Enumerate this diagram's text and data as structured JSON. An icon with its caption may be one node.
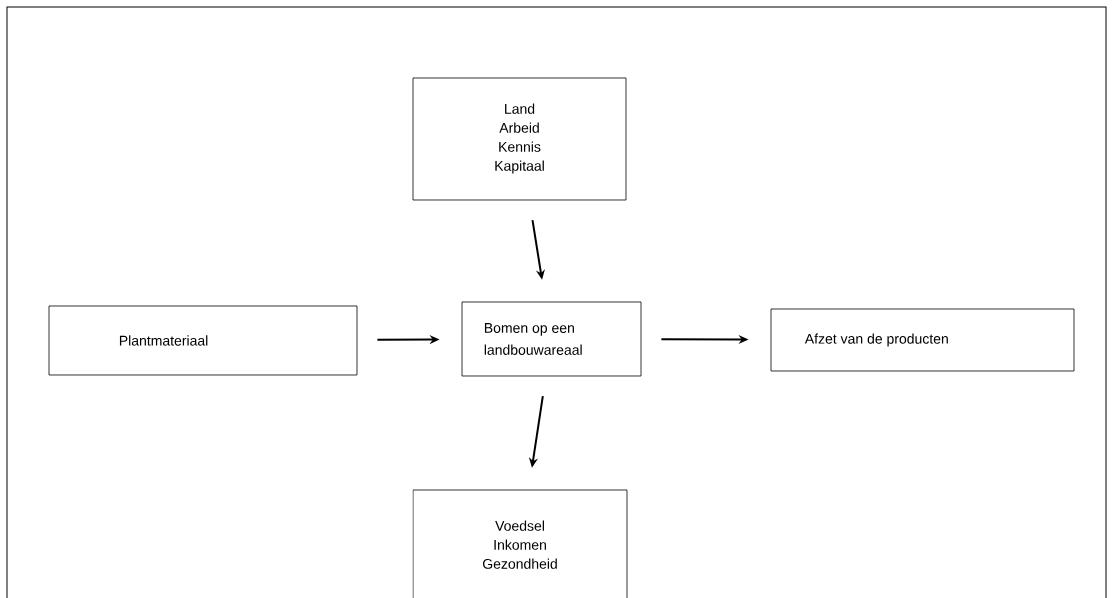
{
  "diagram": {
    "nodes": [
      {
        "text": [
          "Land",
          "Arbeid",
          "Kennis",
          "Kapitaal"
        ]
      },
      {
        "text": [
          "Plantmateriaal"
        ]
      },
      {
        "text": [
          "Bomen op een landbouwareaal"
        ]
      },
      {
        "text": [
          "Afzet van de producten"
        ]
      },
      {
        "text": [
          "Voedsel",
          "Inkomen",
          "Gezondheid"
        ]
      }
    ],
    "edges": [
      {
        "from": 0,
        "to": 2,
        "arrow": "to"
      },
      {
        "from": 1,
        "to": 2,
        "arrow": "to"
      },
      {
        "from": 2,
        "to": 3,
        "arrow": "to"
      },
      {
        "from": 2,
        "to": 4,
        "arrow": "to"
      }
    ]
  }
}
